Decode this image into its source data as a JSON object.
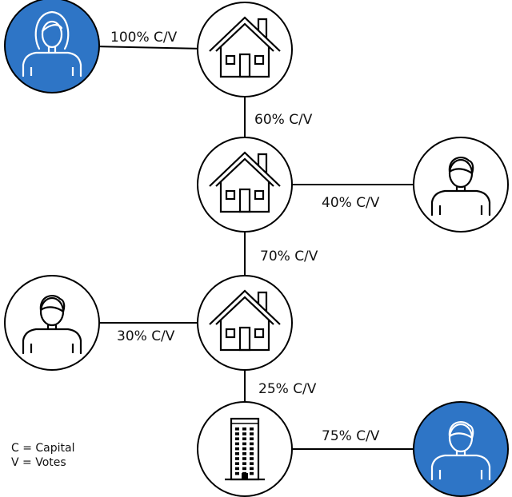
{
  "colors": {
    "highlight_fill": "#2E75C6",
    "plain_fill": "#FFFFFF",
    "stroke": "#000000",
    "icon_on_highlight": "#FFFFFF",
    "icon_on_plain": "#000000"
  },
  "nodes": [
    {
      "id": "person_woman",
      "kind": "person",
      "variant": "woman",
      "highlighted": true,
      "icon": "woman-person-icon"
    },
    {
      "id": "house_1",
      "kind": "house",
      "highlighted": false,
      "icon": "house-icon"
    },
    {
      "id": "house_2",
      "kind": "house",
      "highlighted": false,
      "icon": "house-icon"
    },
    {
      "id": "person_man_right",
      "kind": "person",
      "variant": "man",
      "highlighted": false,
      "icon": "man-person-icon"
    },
    {
      "id": "house_3",
      "kind": "house",
      "highlighted": false,
      "icon": "house-icon"
    },
    {
      "id": "person_man_left",
      "kind": "person",
      "variant": "man",
      "highlighted": false,
      "icon": "man-person-icon"
    },
    {
      "id": "building",
      "kind": "building",
      "highlighted": false,
      "icon": "office-building-icon"
    },
    {
      "id": "person_man_bottom",
      "kind": "person",
      "variant": "man",
      "highlighted": true,
      "icon": "man-person-icon"
    }
  ],
  "edges": [
    {
      "from": "person_woman",
      "to": "house_1",
      "label": "100% C/V"
    },
    {
      "from": "house_1",
      "to": "house_2",
      "label": "60% C/V"
    },
    {
      "from": "house_2",
      "to": "person_man_right",
      "label": "40% C/V"
    },
    {
      "from": "house_2",
      "to": "house_3",
      "label": "70% C/V"
    },
    {
      "from": "person_man_left",
      "to": "house_3",
      "label": "30% C/V"
    },
    {
      "from": "house_3",
      "to": "building",
      "label": "25% C/V"
    },
    {
      "from": "building",
      "to": "person_man_bottom",
      "label": "75% C/V"
    }
  ],
  "legend": {
    "line1": "C = Capital",
    "line2": "V = Votes"
  }
}
